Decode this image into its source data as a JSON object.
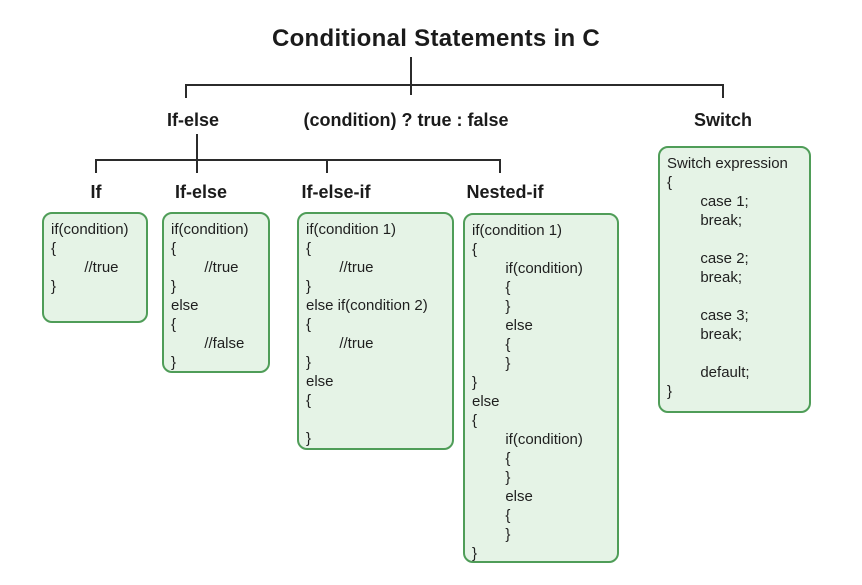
{
  "title": "Conditional Statements in C",
  "colors": {
    "box_fill": "#e5f3e6",
    "box_border": "#4f9d58",
    "connector_line": "#2b2b2b",
    "text": "#1f1f1f"
  },
  "tree": {
    "level1": {
      "if_else": "If-else",
      "ternary": "(condition) ? true : false",
      "switch": "Switch"
    },
    "level2": {
      "if": "If",
      "if_else": "If-else",
      "if_else_if": "If-else-if",
      "nested_if": "Nested-if"
    }
  },
  "boxes": {
    "if": {
      "code": "if(condition)\n{\n        //true\n}"
    },
    "if_else": {
      "code": "if(condition)\n{\n        //true\n}\nelse\n{\n        //false\n}"
    },
    "if_else_if": {
      "code": "if(condition 1)\n{\n        //true\n}\nelse if(condition 2)\n{\n        //true\n}\nelse\n{\n\n}"
    },
    "nested_if": {
      "code": "if(condition 1)\n{\n        if(condition)\n        {\n        }\n        else\n        {\n        }\n}\nelse\n{\n        if(condition)\n        {\n        }\n        else\n        {\n        }\n}"
    },
    "switch": {
      "code": "Switch expression\n{\n        case 1;\n        break;\n\n        case 2;\n        break;\n\n        case 3;\n        break;\n\n        default;\n}"
    }
  }
}
